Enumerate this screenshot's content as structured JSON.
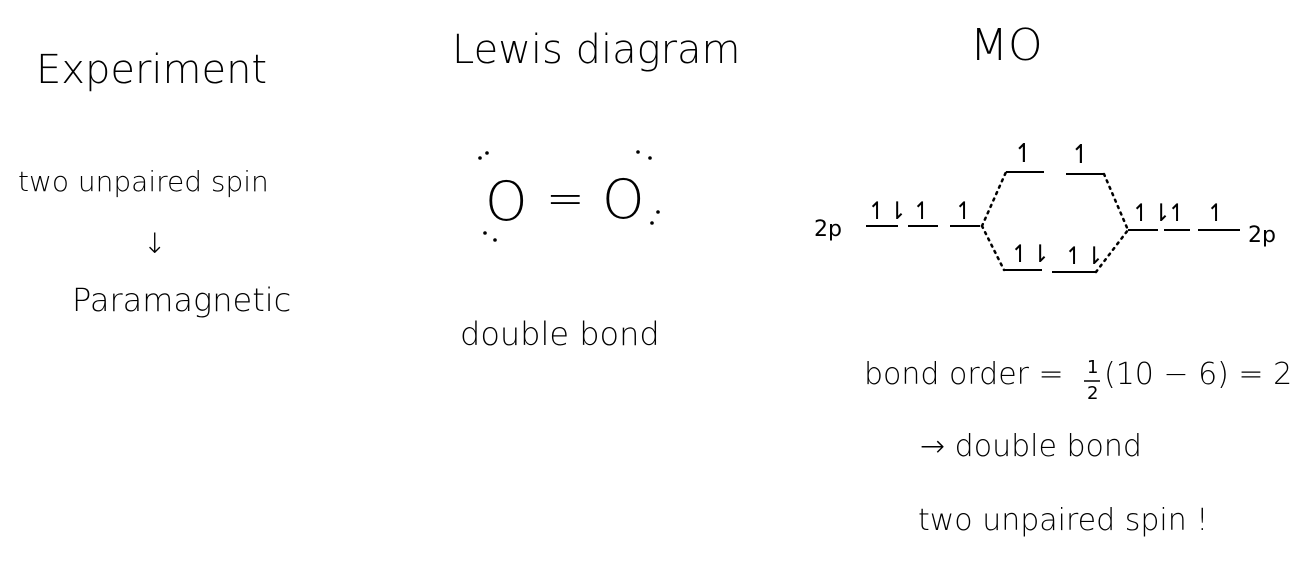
{
  "experiment": {
    "heading": "Experiment",
    "line1": "two unpaired spin",
    "arrow": "↓",
    "line2": "Paramagnetic"
  },
  "lewis": {
    "heading": "Lewis diagram",
    "atom_left": "O",
    "bond": "=",
    "atom_right": "O",
    "caption": "double bond"
  },
  "mo": {
    "heading": "MO",
    "left_label": "2p",
    "right_label": "2p",
    "paired": "↿⇂",
    "single": "↿",
    "bond_order_text": "bond order =",
    "fraction_num": "1",
    "fraction_den": "2",
    "bond_order_expr": "(10 − 6) = 2",
    "implication": "→ double bond",
    "conclusion": "two unpaired spin !"
  }
}
